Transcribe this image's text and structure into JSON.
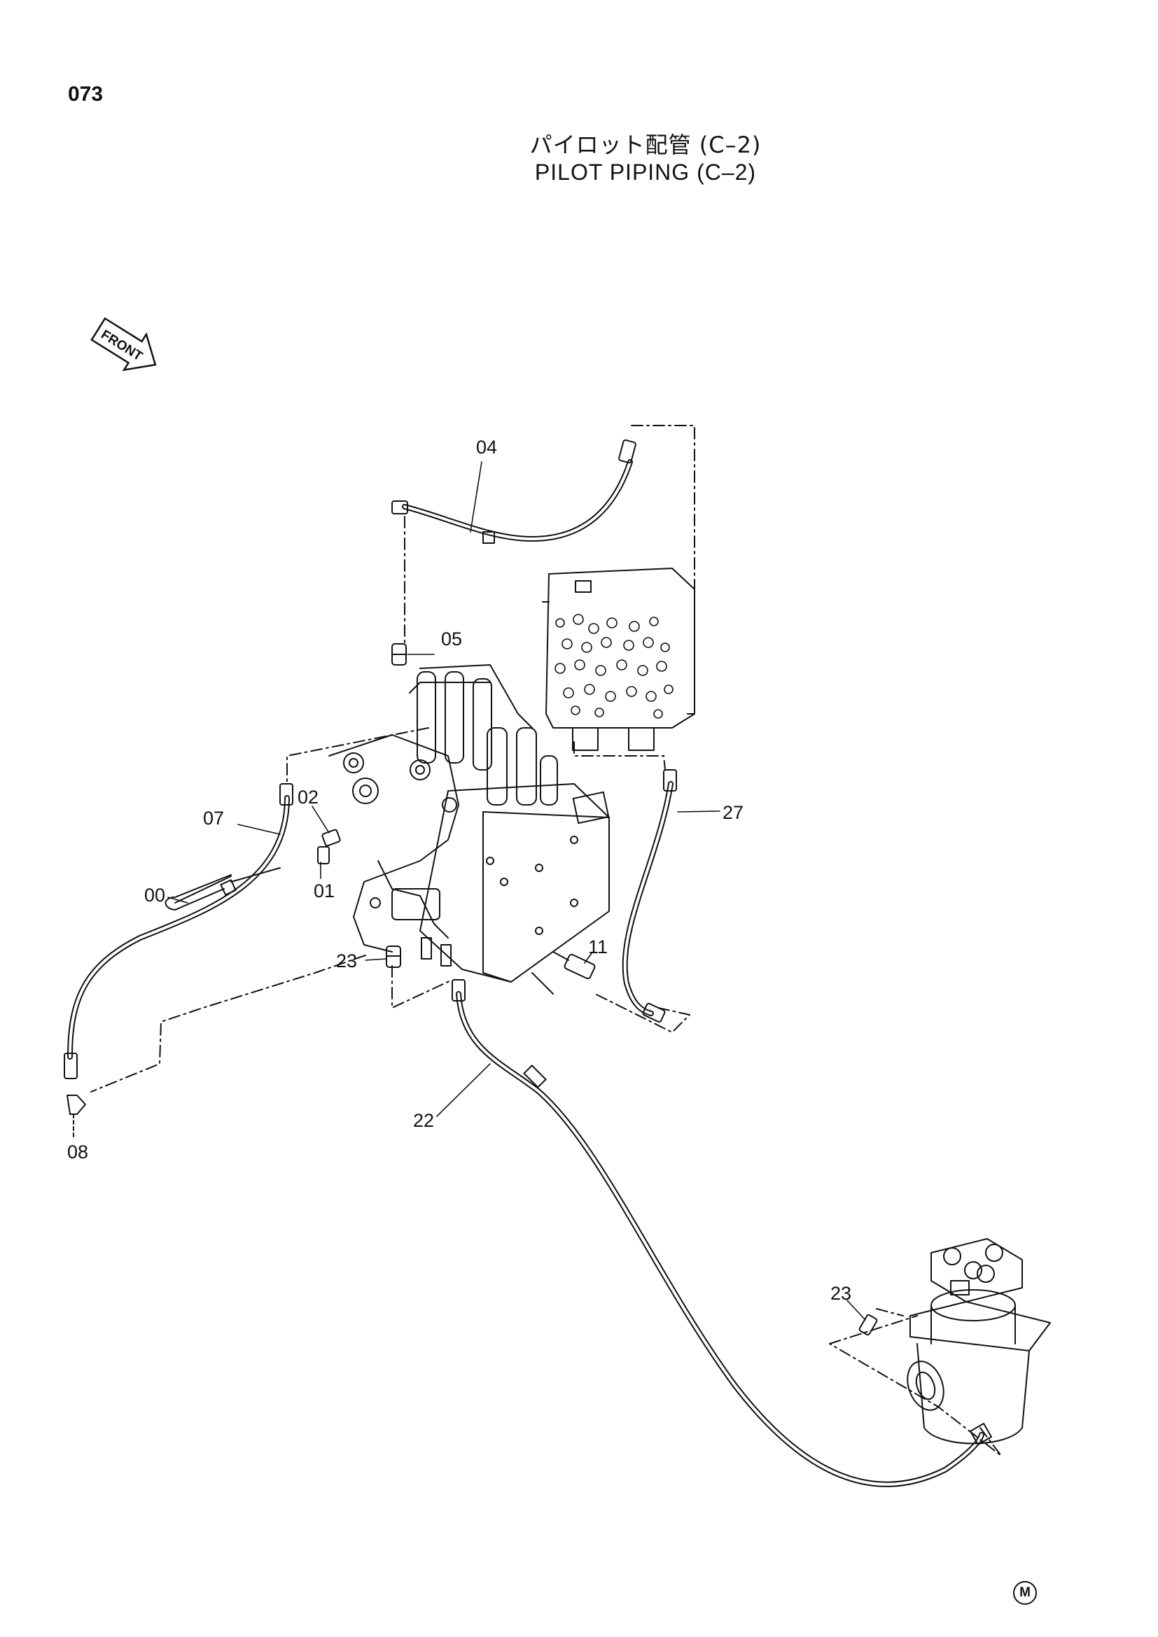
{
  "page_number": "073",
  "title": {
    "japanese": "パイロット配管 (C–2)",
    "english": "PILOT PIPING (C–2)"
  },
  "front_arrow_label": "FRONT",
  "callouts": {
    "c04": "04",
    "c05": "05",
    "c02": "02",
    "c07": "07",
    "c01": "01",
    "c00": "00",
    "c23a": "23",
    "c11": "11",
    "c27": "27",
    "c22": "22",
    "c08": "08",
    "c23b": "23"
  },
  "corner_mark": "M",
  "icons": [
    "front-arrow-icon",
    "circled-m-icon"
  ]
}
